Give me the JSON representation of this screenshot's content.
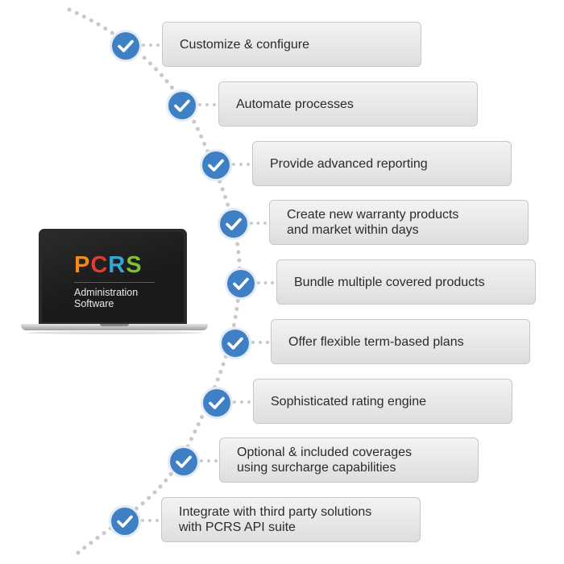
{
  "product": {
    "logo_letters": [
      "P",
      "C",
      "R",
      "S"
    ],
    "caption": "Administration\nSoftware",
    "logo_colors": [
      "#f08a1c",
      "#e23c2c",
      "#36a6d8",
      "#7bbf3a"
    ]
  },
  "features": [
    {
      "label": "Customize & configure",
      "icon": "check-icon"
    },
    {
      "label": "Automate processes",
      "icon": "check-icon"
    },
    {
      "label": "Provide advanced reporting",
      "icon": "check-icon"
    },
    {
      "label": "Create new warranty products\nand market within days",
      "icon": "check-icon"
    },
    {
      "label": "Bundle multiple covered products",
      "icon": "check-icon"
    },
    {
      "label": "Offer flexible term-based plans",
      "icon": "check-icon"
    },
    {
      "label": "Sophisticated rating engine",
      "icon": "check-icon"
    },
    {
      "label": "Optional & included coverages\nusing surcharge capabilities",
      "icon": "check-icon"
    },
    {
      "label": "Integrate with third party solutions\nwith PCRS API suite",
      "icon": "check-icon"
    }
  ],
  "colors": {
    "check_fill": "#3f7fc4",
    "card_border": "#c7c7c7",
    "dotted_path": "#c9c9c9"
  }
}
